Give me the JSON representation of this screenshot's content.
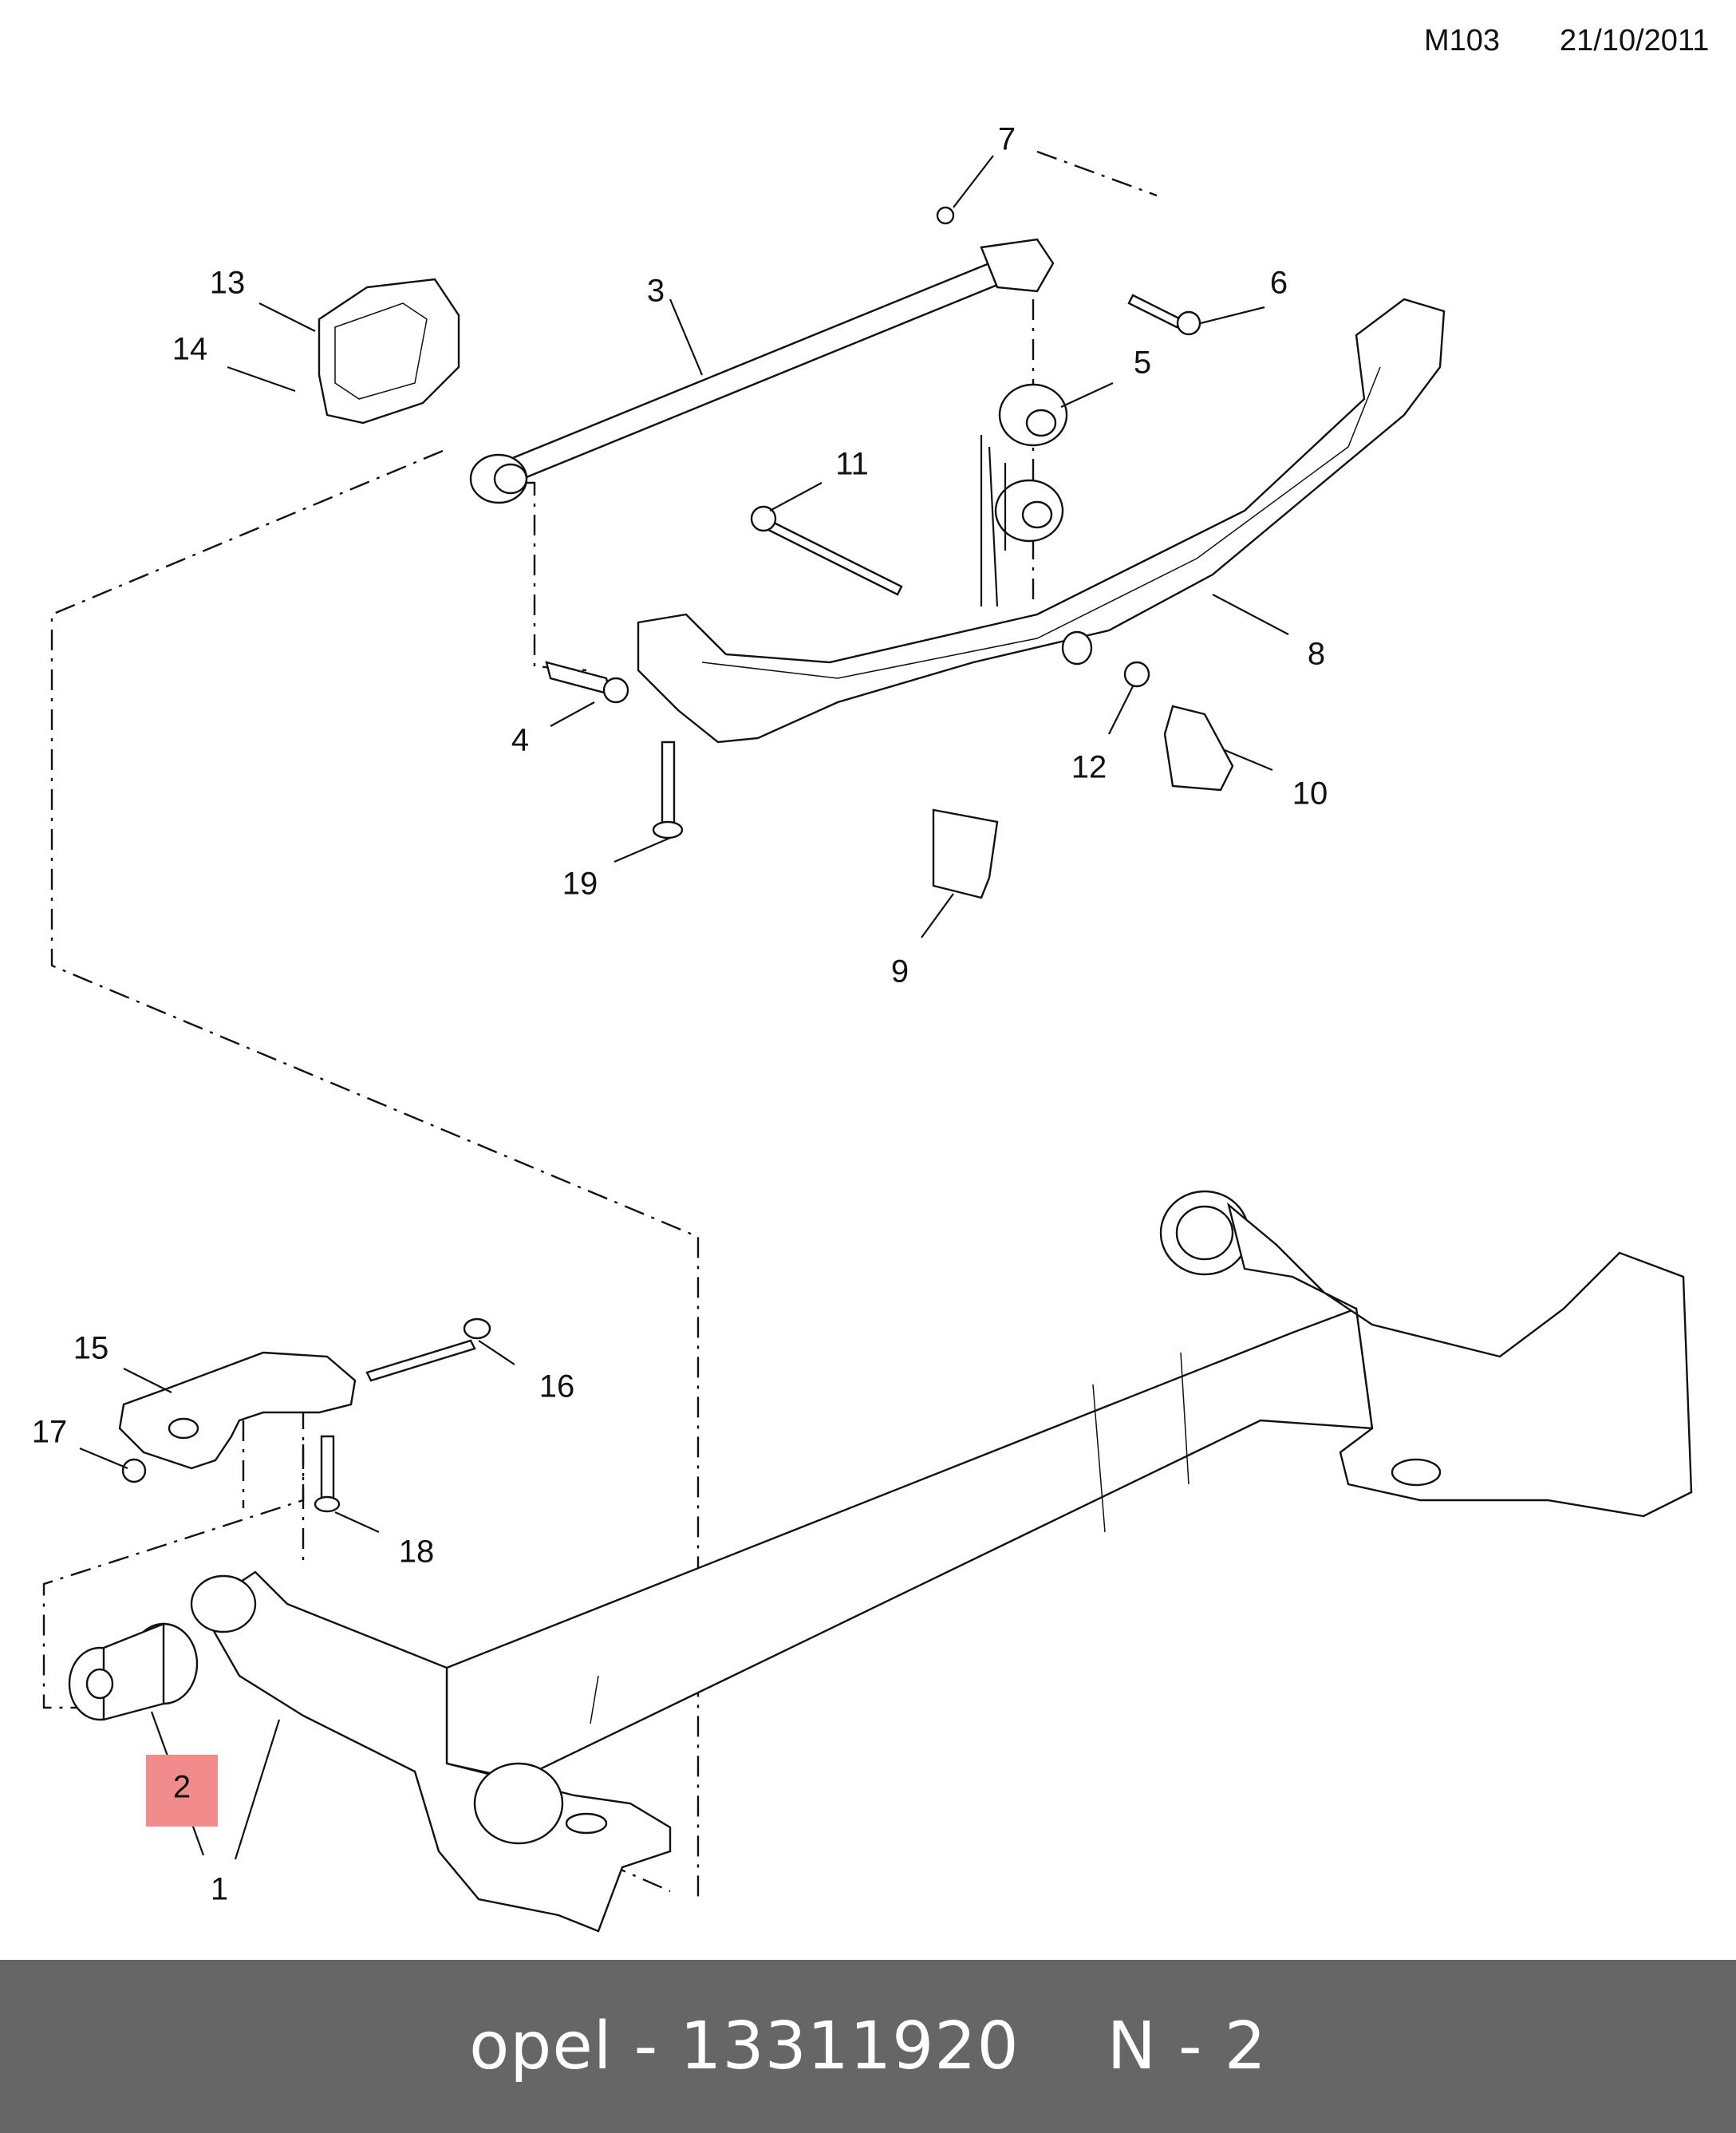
{
  "header": {
    "code": "M103",
    "date": "21/10/2011"
  },
  "callouts": [
    {
      "id": "1",
      "label": "1"
    },
    {
      "id": "2",
      "label": "2"
    },
    {
      "id": "3",
      "label": "3"
    },
    {
      "id": "4",
      "label": "4"
    },
    {
      "id": "5",
      "label": "5"
    },
    {
      "id": "6",
      "label": "6"
    },
    {
      "id": "7",
      "label": "7"
    },
    {
      "id": "8",
      "label": "8"
    },
    {
      "id": "9",
      "label": "9"
    },
    {
      "id": "10",
      "label": "10"
    },
    {
      "id": "11",
      "label": "11"
    },
    {
      "id": "12",
      "label": "12"
    },
    {
      "id": "13",
      "label": "13"
    },
    {
      "id": "14",
      "label": "14"
    },
    {
      "id": "15",
      "label": "15"
    },
    {
      "id": "16",
      "label": "16"
    },
    {
      "id": "17",
      "label": "17"
    },
    {
      "id": "18",
      "label": "18"
    },
    {
      "id": "19",
      "label": "19"
    }
  ],
  "highlight": {
    "part": "2",
    "color": "#f28b8b"
  },
  "footer": {
    "brand_part": "opel - 13311920",
    "qty": "N - 2",
    "background": "#666666"
  }
}
